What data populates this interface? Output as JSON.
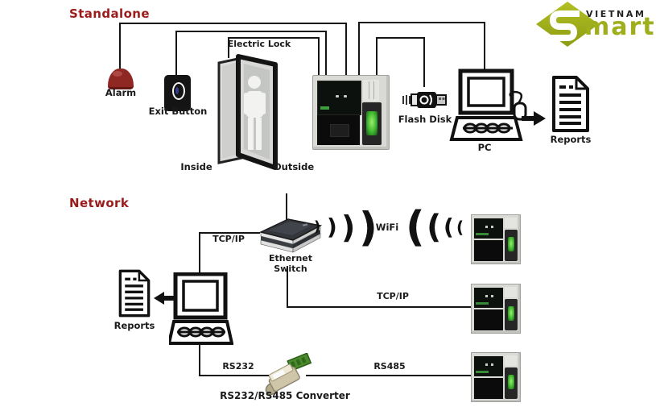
{
  "colors": {
    "section_title": "#9b1b1b",
    "label_text": "#1a1a1a",
    "wire": "#151515",
    "logo_olive": "#9fae1c",
    "alarm_red": "#8f2723",
    "fingerprint_green": "#3db52e"
  },
  "logo": {
    "country": "VIETNAM",
    "monogram": "S",
    "suffix": "mart"
  },
  "standalone": {
    "title": "Standalone",
    "labels": {
      "alarm": "Alarm",
      "exit_button": "Exit Button",
      "electric_lock": "Electric Lock",
      "inside": "Inside",
      "outside": "Outside",
      "flash_disk": "Flash Disk",
      "pc": "PC",
      "reports": "Reports"
    }
  },
  "network": {
    "title": "Network",
    "labels": {
      "reports": "Reports",
      "tcpip_pc_to_switch": "TCP/IP",
      "ethernet_switch": "Ethernet Switch",
      "wifi": "WiFi",
      "tcpip_switch_to_terminal": "TCP/IP",
      "rs232": "RS232",
      "rs485": "RS485",
      "converter": "RS232/RS485 Converter"
    }
  },
  "icons": {
    "wifi_wave_right": ")",
    "wifi_wave_left": "("
  }
}
